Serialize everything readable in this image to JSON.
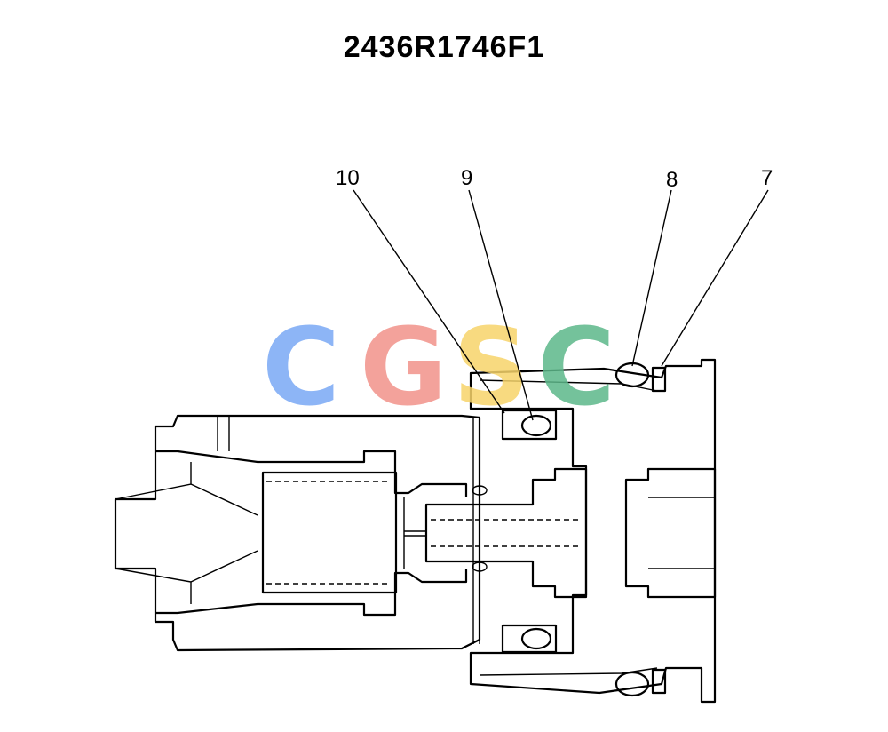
{
  "title": "2436R1746F1",
  "callouts": [
    {
      "id": "c10",
      "label": "10"
    },
    {
      "id": "c9",
      "label": "9"
    },
    {
      "id": "c8",
      "label": "8"
    },
    {
      "id": "c7",
      "label": "7"
    }
  ],
  "watermark": {
    "letters": [
      {
        "char": "C",
        "color": "#7aa9f5"
      },
      {
        "char": "G",
        "color": "#f2928a"
      },
      {
        "char": "S",
        "color": "#f7d46a"
      },
      {
        "char": "C",
        "color": "#5cb88a"
      }
    ]
  }
}
